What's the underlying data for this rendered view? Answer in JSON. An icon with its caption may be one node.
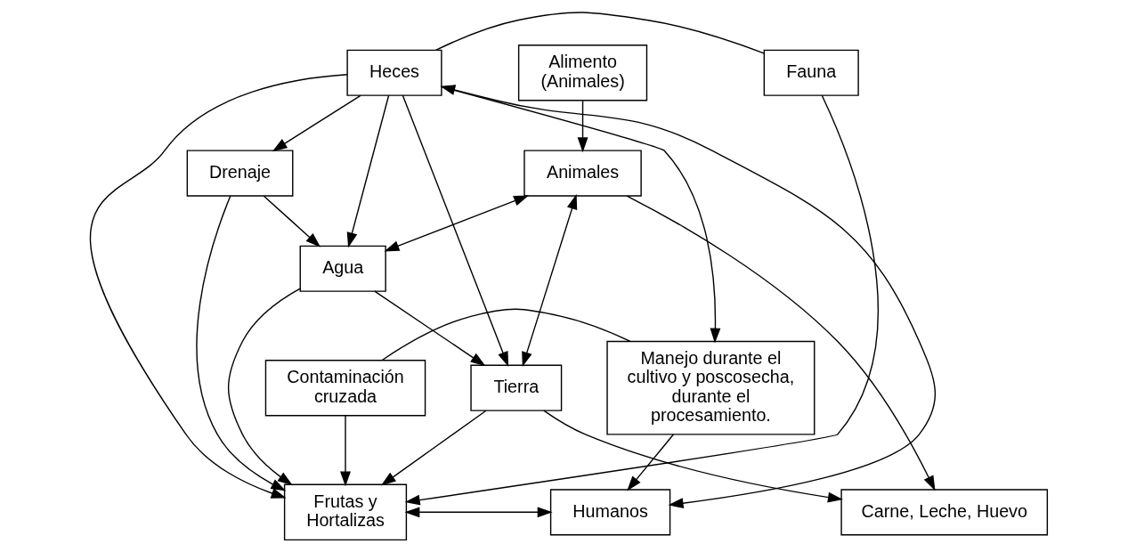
{
  "diagram": {
    "nodes": [
      {
        "text": [
          "Heces"
        ]
      },
      {
        "text": [
          "Fauna"
        ]
      },
      {
        "text": [
          "Drenaje"
        ]
      },
      {
        "text": [
          "Contaminación cruzada"
        ]
      },
      {
        "text": [
          "Manejo durante el cultivo y poscosecha, durante el procesamiento."
        ]
      },
      {
        "text": [
          "Animales"
        ]
      },
      {
        "text": [
          "Agua"
        ]
      },
      {
        "text": [
          "Frutas y Hortalizas"
        ]
      },
      {
        "text": [
          "Humanos"
        ]
      },
      {
        "text": [
          "Alimento (Animales)"
        ]
      },
      {
        "text": [
          "Tierra"
        ]
      },
      {
        "text": [
          "Carne, Leche, Huevo"
        ]
      }
    ],
    "edges": [
      {
        "from": 8,
        "to": 0,
        "arrow": "both"
      },
      {
        "from": 0,
        "to": 4,
        "arrow": "to"
      },
      {
        "from": 0,
        "to": 1,
        "arrow": "none"
      },
      {
        "from": 0,
        "to": 2,
        "arrow": "to"
      },
      {
        "from": 0,
        "to": 6,
        "arrow": "to"
      },
      {
        "from": 0,
        "to": 10,
        "arrow": "to"
      },
      {
        "from": 0,
        "to": 7,
        "arrow": "to"
      },
      {
        "from": 1,
        "to": 7,
        "arrow": "to"
      },
      {
        "from": 2,
        "to": 6,
        "arrow": "to"
      },
      {
        "from": 2,
        "to": 7,
        "arrow": "to"
      },
      {
        "from": 3,
        "to": 4,
        "arrow": "none"
      },
      {
        "from": 3,
        "to": 7,
        "arrow": "to"
      },
      {
        "from": 4,
        "to": 8,
        "arrow": "to"
      },
      {
        "from": 5,
        "to": 6,
        "arrow": "both"
      },
      {
        "from": 5,
        "to": 10,
        "arrow": "both"
      },
      {
        "from": 5,
        "to": 11,
        "arrow": "to"
      },
      {
        "from": 9,
        "to": 5,
        "arrow": "to"
      },
      {
        "from": 6,
        "to": 10,
        "arrow": "to"
      },
      {
        "from": 6,
        "to": 7,
        "arrow": "to"
      },
      {
        "from": 10,
        "to": 7,
        "arrow": "to"
      },
      {
        "from": 10,
        "to": 11,
        "arrow": "to"
      },
      {
        "from": 7,
        "to": 8,
        "arrow": "both"
      }
    ]
  }
}
